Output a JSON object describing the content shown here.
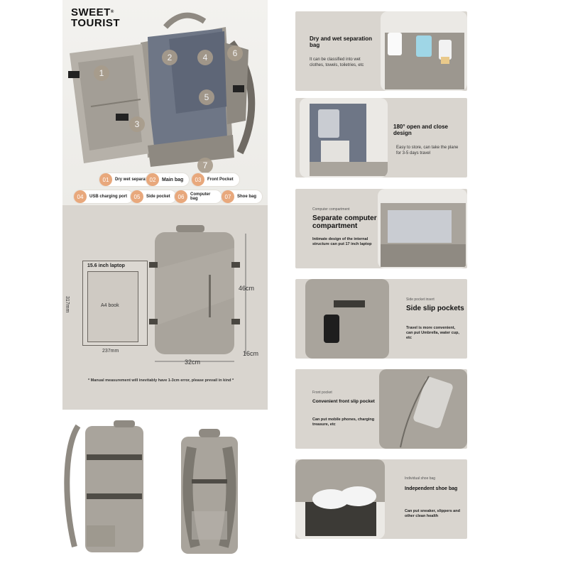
{
  "brand": {
    "line1": "SWEET",
    "line2": "TOURIST",
    "mark": "®"
  },
  "hero": {
    "badges": [
      "1",
      "2",
      "3",
      "4",
      "5",
      "6",
      "7"
    ],
    "legend": [
      {
        "num": "01",
        "label": "Dry wet separation"
      },
      {
        "num": "02",
        "label": "Main bag"
      },
      {
        "num": "03",
        "label": "Front Pocket"
      },
      {
        "num": "04",
        "label": "USB charging port"
      },
      {
        "num": "05",
        "label": "Side pocket"
      },
      {
        "num": "06",
        "label": "Computer bag"
      },
      {
        "num": "07",
        "label": "Shoe bag"
      }
    ]
  },
  "dimensions": {
    "laptop": "15.6 inch laptop",
    "a4": "A4 book",
    "height_in": "317mm",
    "width_in": "237mm",
    "height_out": "46cm",
    "width_out": "32cm",
    "depth_out": "16cm",
    "note": "* Manual measurement will inevitably have 1-3cm error, please prevail in kind *"
  },
  "features": [
    {
      "category": "",
      "title": "Dry and wet separation bag",
      "desc": "It can be classified into wet clothes, towels, toiletries, etc"
    },
    {
      "category": "",
      "title": "180° open and close design",
      "desc": "Easy to store, can take the plane for 3-5 days travel"
    },
    {
      "category": "Computer compartment",
      "title": "Separate computer compartment",
      "desc": "Intimate design of the internal structure can put 17 inch laptop"
    },
    {
      "category": "Side pocket insert",
      "title": "Side slip pockets",
      "desc": "Travel is more convenient, can put Umbrella, water cup, etc"
    },
    {
      "category": "Front pocket",
      "title": "Convenient front slip pocket",
      "desc": "Can put mobile phones, charging treasure, etc"
    },
    {
      "category": "Individual shoe bag",
      "title": "Independent shoe bag",
      "desc": "Can put sneaker, slippers and other clean health"
    }
  ],
  "colors": {
    "accent": "#e8a87c",
    "panel": "#d9d5cf",
    "bag": "#a9a49c",
    "bag_dark": "#8f8a82"
  }
}
